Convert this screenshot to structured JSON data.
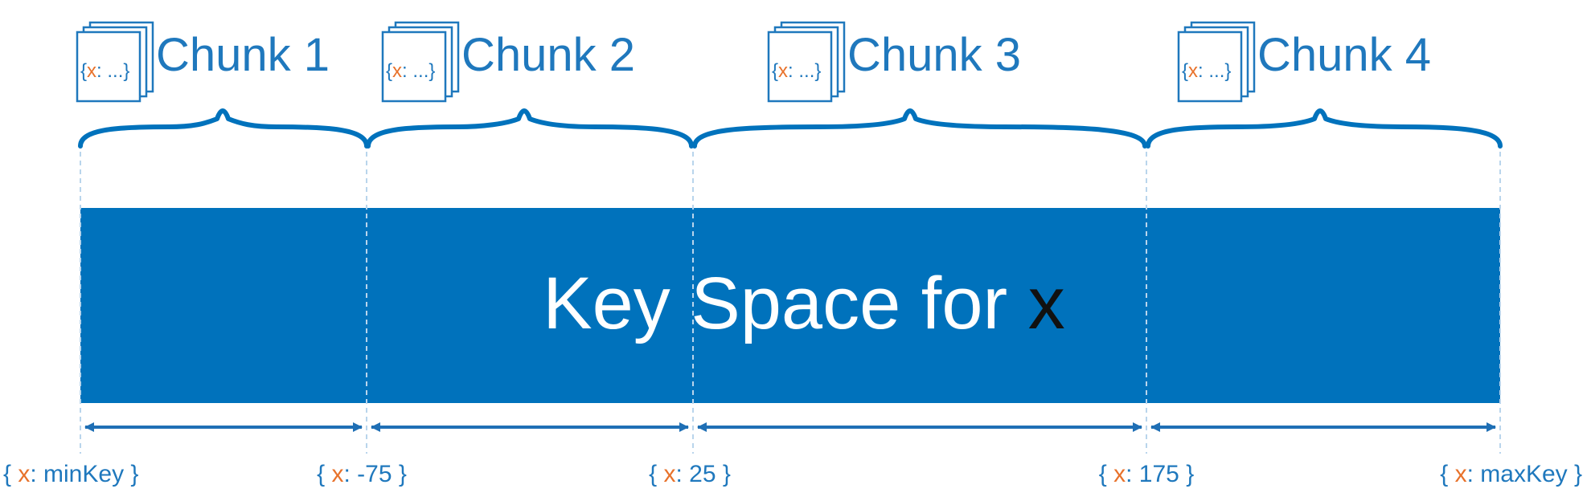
{
  "colors": {
    "primary": "#0072bc",
    "text": "#1f78bd",
    "key": "#e8722b",
    "background": "#ffffff",
    "dashed": "#b9d5ec",
    "field_dark": "#111111"
  },
  "icons": [
    "document-stack-icon",
    "curly-brace-icon",
    "double-arrow-icon"
  ],
  "chunks": [
    {
      "label": "Chunk 1",
      "doc_open": "{",
      "doc_key": "x",
      "doc_rest": ": ...}"
    },
    {
      "label": "Chunk 2",
      "doc_open": "{",
      "doc_key": "x",
      "doc_rest": ": ...}"
    },
    {
      "label": "Chunk 3",
      "doc_open": "{",
      "doc_key": "x",
      "doc_rest": ": ...}"
    },
    {
      "label": "Chunk 4",
      "doc_open": "{",
      "doc_key": "x",
      "doc_rest": ": ...}"
    }
  ],
  "keyspace": {
    "label": "Key Space for ",
    "field": "x"
  },
  "boundaries": [
    {
      "open": "{ ",
      "key": "x",
      "value": ": minKey }"
    },
    {
      "open": "{ ",
      "key": "x",
      "value": ": -75 }"
    },
    {
      "open": "{ ",
      "key": "x",
      "value": ": 25 }"
    },
    {
      "open": "{ ",
      "key": "x",
      "value": ": 175 }"
    },
    {
      "open": "{ ",
      "key": "x",
      "value": ": maxKey }"
    }
  ]
}
